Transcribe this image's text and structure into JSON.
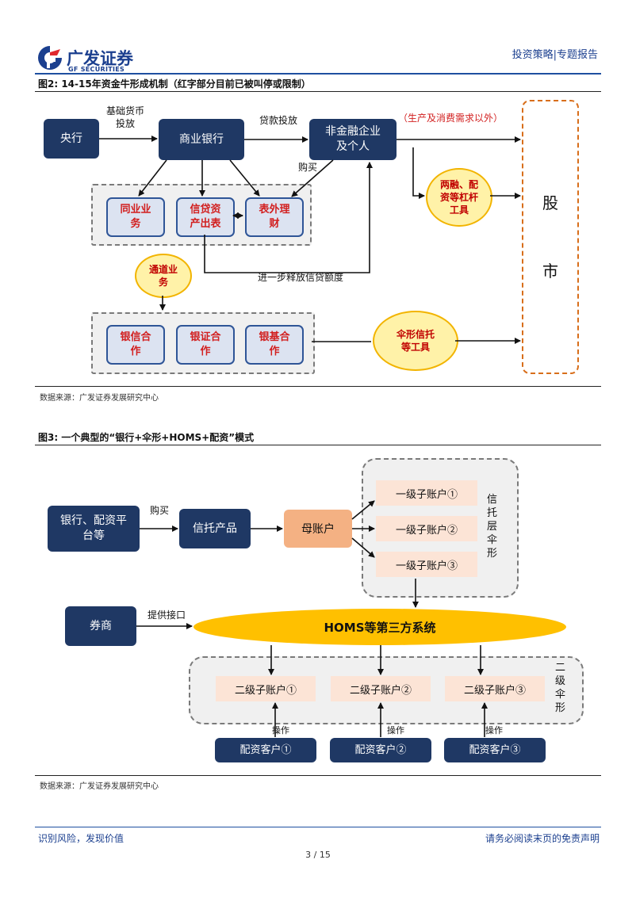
{
  "header": {
    "logo_name": "广发证券",
    "logo_sub": "GF SECURITIES",
    "report_type": "投资策略|专题报告",
    "brand_color": "#1b3f8f"
  },
  "figure2": {
    "title": "图2:  14-15年资金牛形成机制（红字部分目前已被叫停或限制）",
    "nodes": {
      "central_bank": "央行",
      "commercial_bank": "商业银行",
      "nonfinancial_line1": "非金融企业",
      "nonfinancial_line2": "及个人",
      "interbank_line1": "同业业",
      "interbank_line2": "务",
      "credit_out_line1": "信贷资",
      "credit_out_line2": "产出表",
      "offbalance_line1": "表外理",
      "offbalance_line2": "财",
      "channel_line1": "通道业",
      "channel_line2": "务",
      "bank_trust_line1": "银信合",
      "bank_trust_line2": "作",
      "bank_sec_line1": "银证合",
      "bank_sec_line2": "作",
      "bank_fund_line1": "银基合",
      "bank_fund_line2": "作",
      "margin_line1": "两融、配",
      "margin_line2": "资等杠杆",
      "margin_line3": "工具",
      "umbrella_line1": "伞形信托",
      "umbrella_line2": "等工具",
      "stock_market_1": "股",
      "stock_market_2": "市"
    },
    "labels": {
      "base_money_line1": "基础货币",
      "base_money_line2": "投放",
      "loans": "贷款投放",
      "purchase": "购买",
      "excl": "（生产及消费需求以外）",
      "release_credit": "进一步释放信贷额度"
    },
    "source": "数据来源：广发证券发展研究中心"
  },
  "figure3": {
    "title": "图3:  一个典型的“银行+伞形+HOMS+配资”模式",
    "nodes": {
      "bank_platform_line1": "银行、配资平",
      "bank_platform_line2": "台等",
      "trust_product": "信托产品",
      "mother_account": "母账户",
      "sub1_1": "一级子账户①",
      "sub1_2": "一级子账户②",
      "sub1_3": "一级子账户③",
      "trust_layer": [
        "信",
        "托",
        "层",
        "伞",
        "形"
      ],
      "broker": "券商",
      "homs": "HOMS等第三方系统",
      "sub2_1": "二级子账户①",
      "sub2_2": "二级子账户②",
      "sub2_3": "二级子账户③",
      "second_umbrella": [
        "二",
        "级",
        "伞",
        "形"
      ],
      "client1": "配资客户①",
      "client2": "配资客户②",
      "client3": "配资客户③"
    },
    "labels": {
      "purchase": "购买",
      "interface": "提供接口",
      "operate": "操作"
    },
    "source": "数据来源：广发证券发展研究中心"
  },
  "footer": {
    "left": "识别风险，发现价值",
    "right": "请务必阅读末页的免责声明",
    "page": "3 / 15"
  }
}
